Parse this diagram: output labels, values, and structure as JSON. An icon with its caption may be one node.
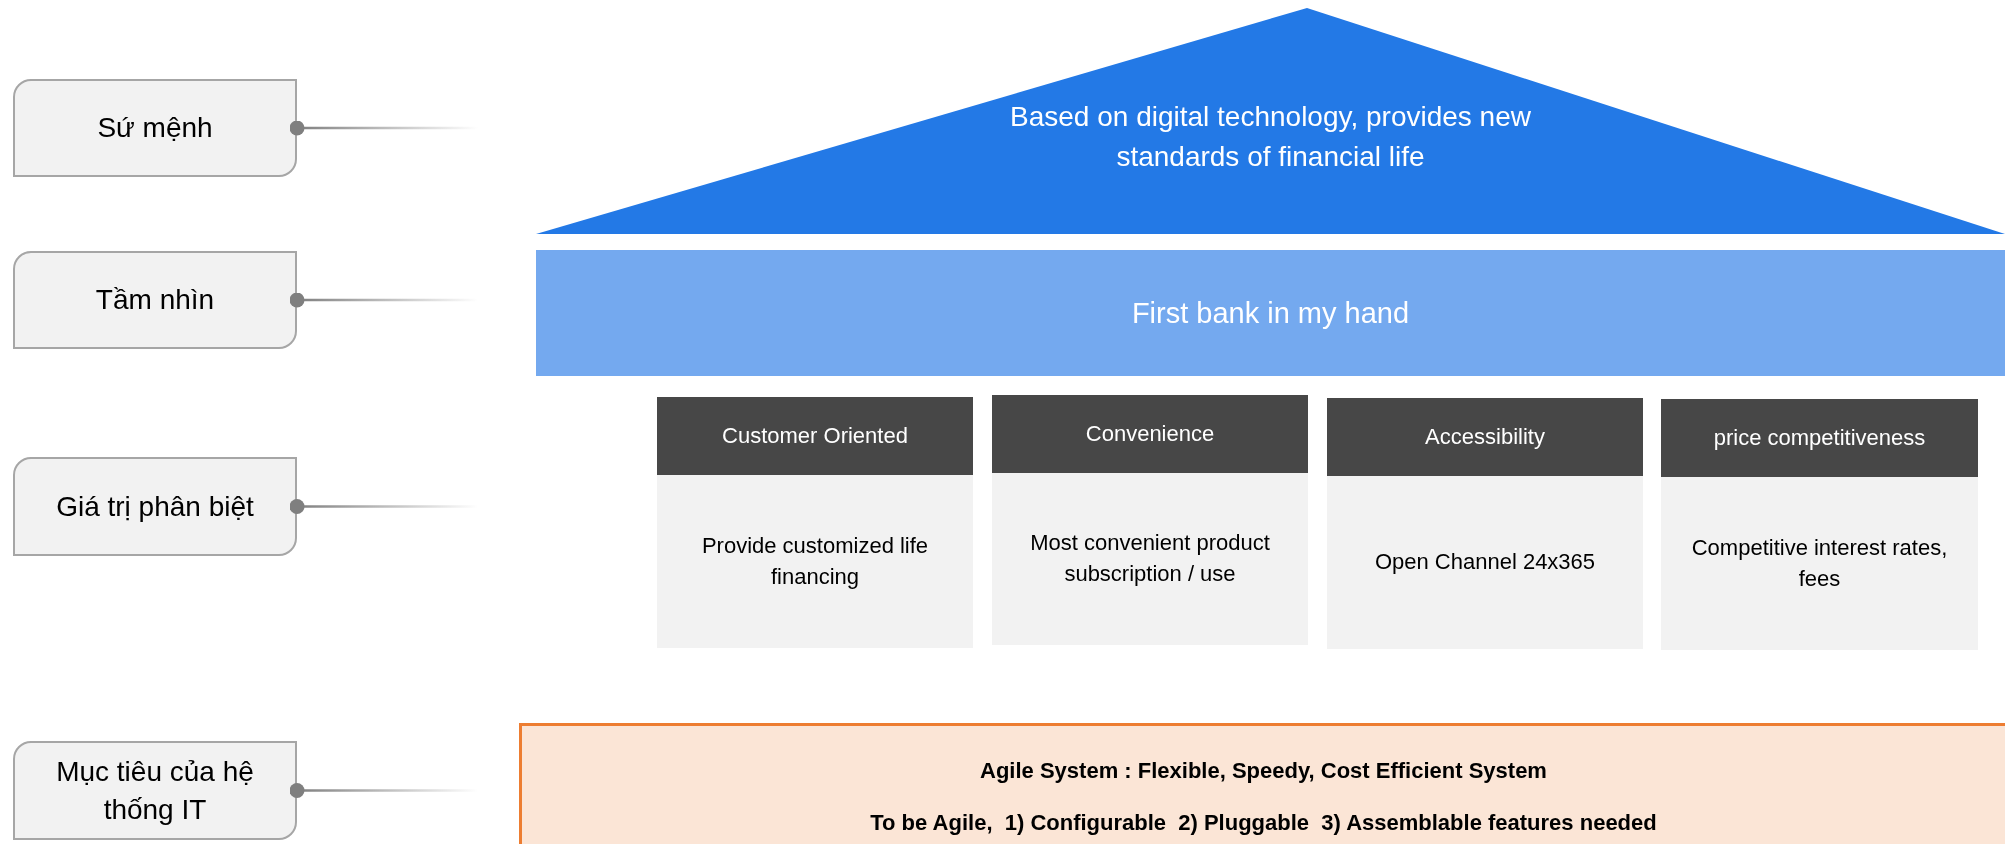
{
  "diagram": {
    "nodes": [
      {
        "text": [
          "Sứ mệnh"
        ]
      },
      {
        "text": [
          "Tầm nhìn"
        ]
      },
      {
        "text": [
          "Giá trị phân biệt"
        ]
      },
      {
        "text": [
          "Mục tiêu của hệ thống IT"
        ]
      },
      {
        "text": [
          "Based on digital technology, provides new standards of financial life"
        ]
      },
      {
        "text": [
          "First bank in my hand"
        ]
      },
      {
        "text": [
          "Customer Oriented",
          "Provide customized life financing"
        ]
      },
      {
        "text": [
          "Convenience",
          "Most convenient product subscription / use"
        ]
      },
      {
        "text": [
          "Accessibility",
          "Open Channel 24x365"
        ]
      },
      {
        "text": [
          "price competitiveness",
          "Competitive interest rates, fees"
        ]
      },
      {
        "text": [
          "Agile System : Flexible, Speedy, Cost Efficient System",
          "To be Agile,  1) Configurable  2) Pluggable  3) Assemblable features needed"
        ]
      }
    ],
    "edges": [
      {
        "from": 0,
        "to": null,
        "arrow": "other"
      },
      {
        "from": 1,
        "to": null,
        "arrow": "other"
      },
      {
        "from": 2,
        "to": null,
        "arrow": "other"
      },
      {
        "from": 3,
        "to": null,
        "arrow": "other"
      }
    ]
  }
}
